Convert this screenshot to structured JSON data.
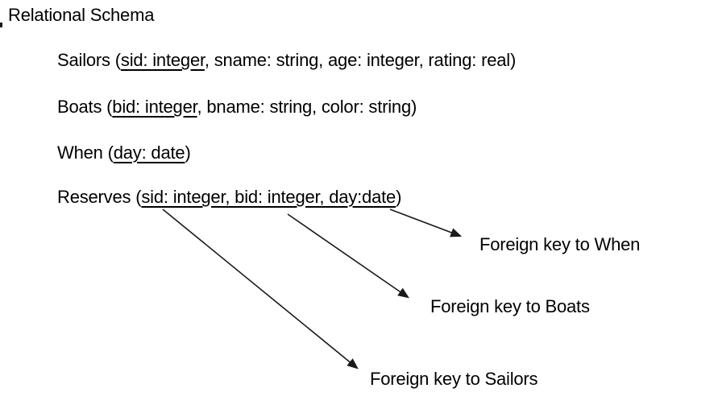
{
  "page": {
    "title": "Relational Schema",
    "background_color": "#ffffff",
    "text_color": "#000000",
    "arrow_color": "#1a1a1a"
  },
  "schema": {
    "relations": [
      {
        "name": "Sailors",
        "prefix": "Sailors (",
        "key": "sid: integer",
        "suffix": ", sname: string, age: integer, rating: real)"
      },
      {
        "name": "Boats",
        "prefix": "Boats (",
        "key": "bid: integer",
        "suffix": ", bname: string, color: string)"
      },
      {
        "name": "When",
        "prefix": "When (",
        "key": "day: date",
        "suffix": ")"
      },
      {
        "name": "Reserves",
        "prefix": "Reserves (",
        "key": "sid: integer, bid: integer, day:date",
        "suffix": ")"
      }
    ]
  },
  "annotations": {
    "foreign_keys": [
      {
        "label": "Foreign key to When"
      },
      {
        "label": "Foreign key to Boats"
      },
      {
        "label": "Foreign key to Sailors"
      }
    ]
  }
}
